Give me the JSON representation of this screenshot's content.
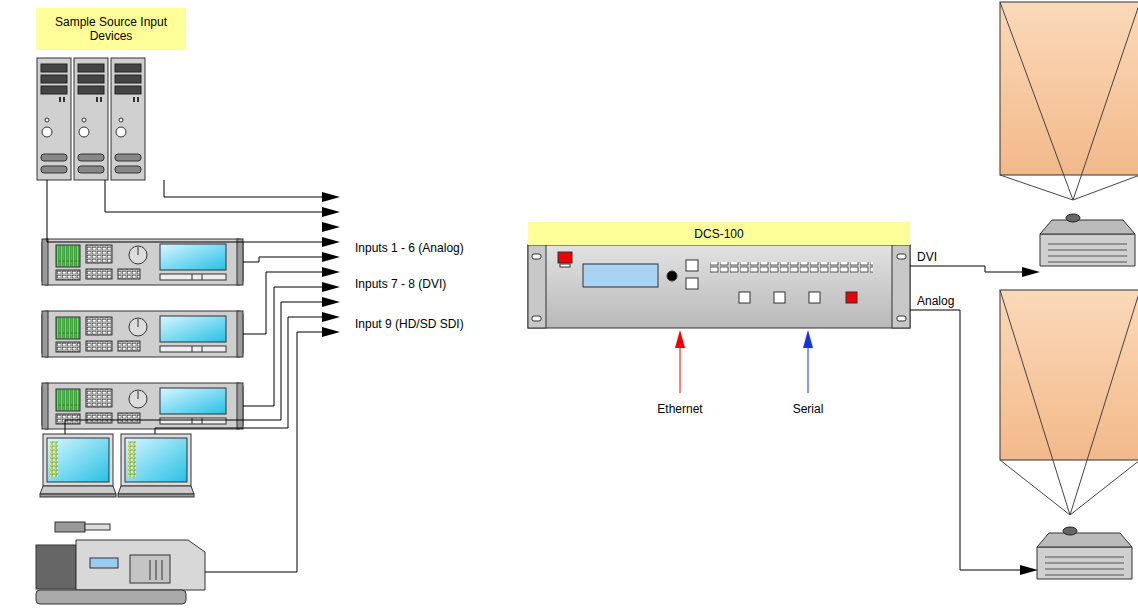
{
  "diagram": {
    "nodes": [
      {
        "text": [
          "Sample Source Input Devices"
        ]
      },
      {
        "text": [
          "DCS-100"
        ]
      }
    ],
    "labels": [
      "Inputs 1 - 6 (Analog)",
      "Inputs 7 - 8 (DVI)",
      "Input 9 (HD/SD SDI)",
      "DVI",
      "Analog",
      "Ethernet",
      "Serial"
    ]
  }
}
